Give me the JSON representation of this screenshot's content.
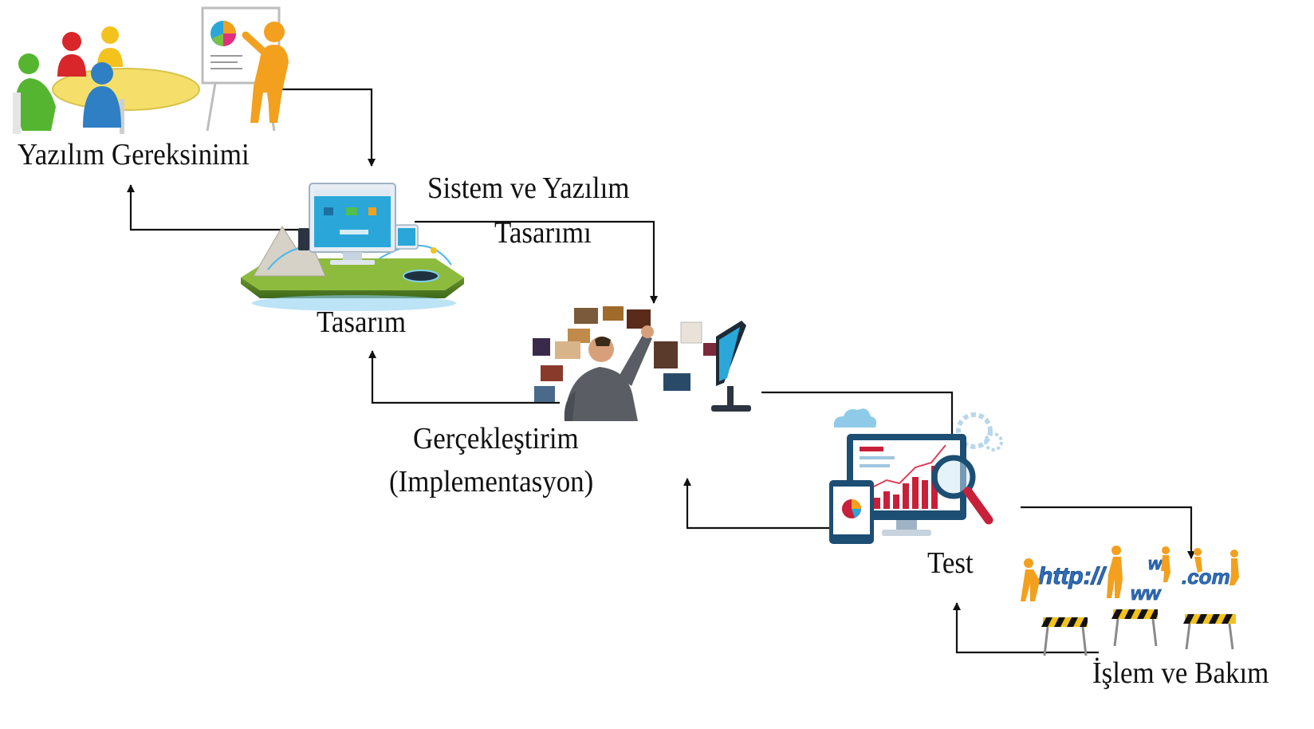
{
  "stages": {
    "requirements": {
      "label": "Yazılım Gereksinimi"
    },
    "design": {
      "label": "Tasarım"
    },
    "design_title": {
      "line1": "Sistem ve Yazılım",
      "line2": "Tasarımı"
    },
    "implementation": {
      "line1": "Gerçekleştirim",
      "line2": "(Implementasyon)"
    },
    "test": {
      "label": "Test"
    },
    "maintenance": {
      "label": "İşlem ve Bakım"
    }
  },
  "illustrations": {
    "requirements": "meeting-presentation-icon",
    "design": "monitor-landscape-icon",
    "implementation": "businessman-screens-icon",
    "test": "analytics-magnifier-icon",
    "maintenance": "http-www-com-hurdles-icon"
  },
  "colors": {
    "arrow": "#111111",
    "text": "#111111",
    "monitor_blue": "#1d6fa0",
    "chart_red": "#c8203a",
    "figure_orange": "#f2a01e"
  }
}
